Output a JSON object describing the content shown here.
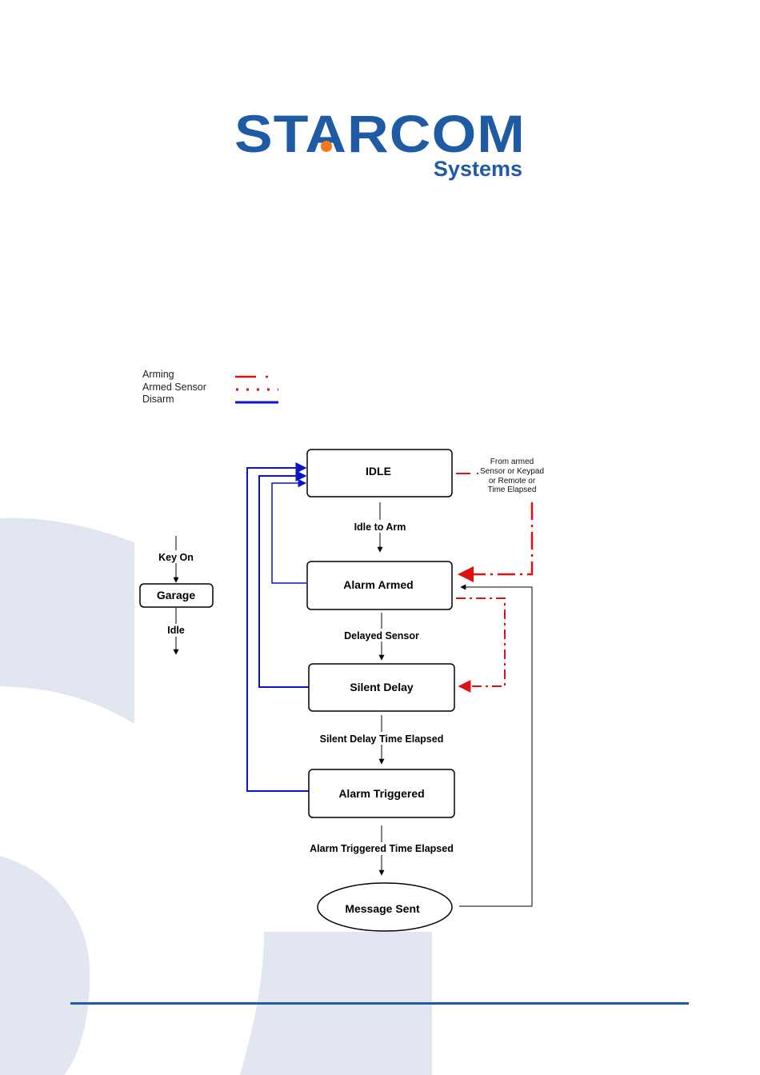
{
  "brand": {
    "name": "STARCOM",
    "sub": "Systems",
    "color_blue": "#1f5aa5",
    "color_orange": "#f07a1a"
  },
  "legend": {
    "items": [
      {
        "label": "Arming",
        "style": "dash-dot",
        "color": "#e01010"
      },
      {
        "label": "Armed Sensor",
        "style": "dotted",
        "color": "#e01010"
      },
      {
        "label": "Disarm",
        "style": "solid",
        "color": "#0a14c8"
      }
    ]
  },
  "side_flow": {
    "entry_label": "Key On",
    "state": "Garage",
    "exit_label": "Idle"
  },
  "states": {
    "idle": "IDLE",
    "alarm_armed": "Alarm Armed",
    "silent_delay": "Silent Delay",
    "alarm_triggered": "Alarm Triggered",
    "message_sent": "Message  Sent"
  },
  "transitions": {
    "idle_to_arm": "Idle to Arm",
    "delayed_sensor": "Delayed Sensor",
    "silent_delay_elapsed": "Silent Delay Time Elapsed",
    "alarm_triggered_elapsed": "Alarm Triggered Time Elapsed"
  },
  "note": {
    "line1": "From armed",
    "line2": "Sensor or Keypad",
    "line3": "or Remote or",
    "line4": "Time Elapsed"
  },
  "colors": {
    "background_shape": "#e2e6f1",
    "disarm": "#0a14c8",
    "arming": "#e01010",
    "footer_line": "#1f5aa5"
  }
}
